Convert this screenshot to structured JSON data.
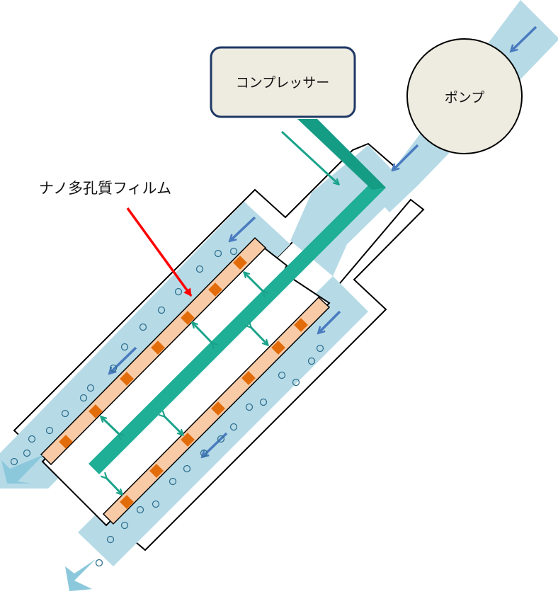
{
  "labels": {
    "compressor": "コンプレッサー",
    "pump": "ポンプ",
    "film": "ナノ多孔質フィルム"
  },
  "colors": {
    "water": "#b6dbe7",
    "air_tube": "#1fae96",
    "air_tube_dark": "#0f8f7a",
    "film": "#f8cba6",
    "pore": "#e36c0a",
    "flow_arrow": "#4a7bbf",
    "outlet_arrow": "#8cc8dc",
    "bubble_arrow": "#1aa38a",
    "pointer": "#ff0000",
    "box_fill": "#eeebe0",
    "box_stroke": "#1f3864"
  },
  "icons": {
    "flow": "arrow-icon",
    "pointer": "red-arrow-icon"
  }
}
